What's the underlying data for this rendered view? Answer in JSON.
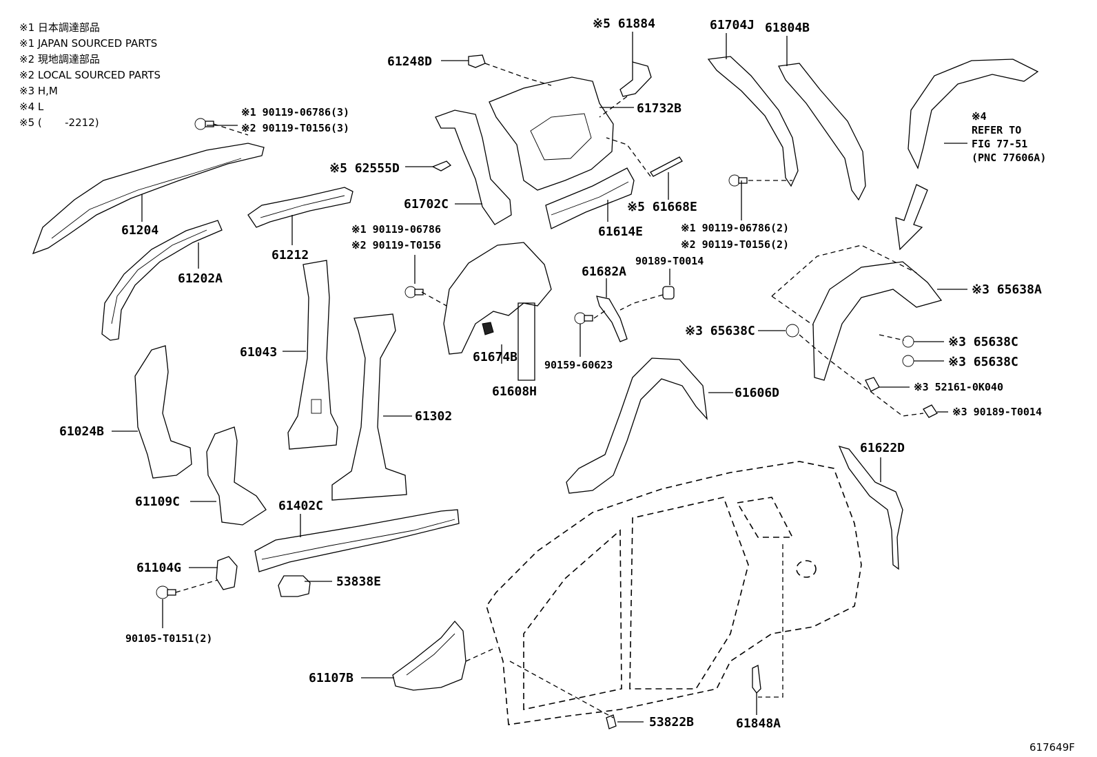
{
  "notes": [
    "※1 日本調達部品",
    "※1 JAPAN SOURCED PARTS",
    "※2 現地調達部品",
    "※2 LOCAL SOURCED PARTS",
    "※3 H,M",
    "※4 L",
    "※5 (       -2212)"
  ],
  "labels": {
    "p61884": "※5 61884",
    "p61704J": "61704J",
    "p61804B": "61804B",
    "p61248D": "61248D",
    "p61732B": "61732B",
    "bolt1_line1": "※1 90119-06786(3)",
    "bolt1_line2": "※2 90119-T0156(3)",
    "p62555D": "※5 62555D",
    "p61702C": "61702C",
    "p61614E": "61614E",
    "p61668E": "※5 61668E",
    "bolt2_line1": "※1 90119-06786(2)",
    "bolt2_line2": "※2 90119-T0156(2)",
    "p61204": "61204",
    "p61212": "61212",
    "p61202A": "61202A",
    "bolt3_line1": "※1 90119-06786",
    "bolt3_line2": "※2 90119-T0156",
    "p61682A": "61682A",
    "p90189_T0014_top": "90189-T0014",
    "p65638A": "※3 65638A",
    "p65638C_a": "※3 65638C",
    "p65638C_b": "※3 65638C",
    "p65638C_c": "※3 65638C",
    "p52161": "※3 52161-0K040",
    "p90189_T0014_right": "※3 90189-T0014",
    "p61043": "61043",
    "p61674B": "61674B",
    "p61608H": "61608H",
    "p90159": "90159-60623",
    "p61606D": "61606D",
    "p61024B": "61024B",
    "p61302": "61302",
    "p61109C": "61109C",
    "p61402C": "61402C",
    "p61104G": "61104G",
    "p53838E": "53838E",
    "p90105": "90105-T0151(2)",
    "p61622D": "61622D",
    "p61107B": "61107B",
    "p53822B": "53822B",
    "p61848A": "61848A",
    "refer_1": "※4",
    "refer_2": "REFER TO",
    "refer_3": "FIG 77-51",
    "refer_4": "(PNC 77606A)",
    "figure_id": "617649F"
  }
}
